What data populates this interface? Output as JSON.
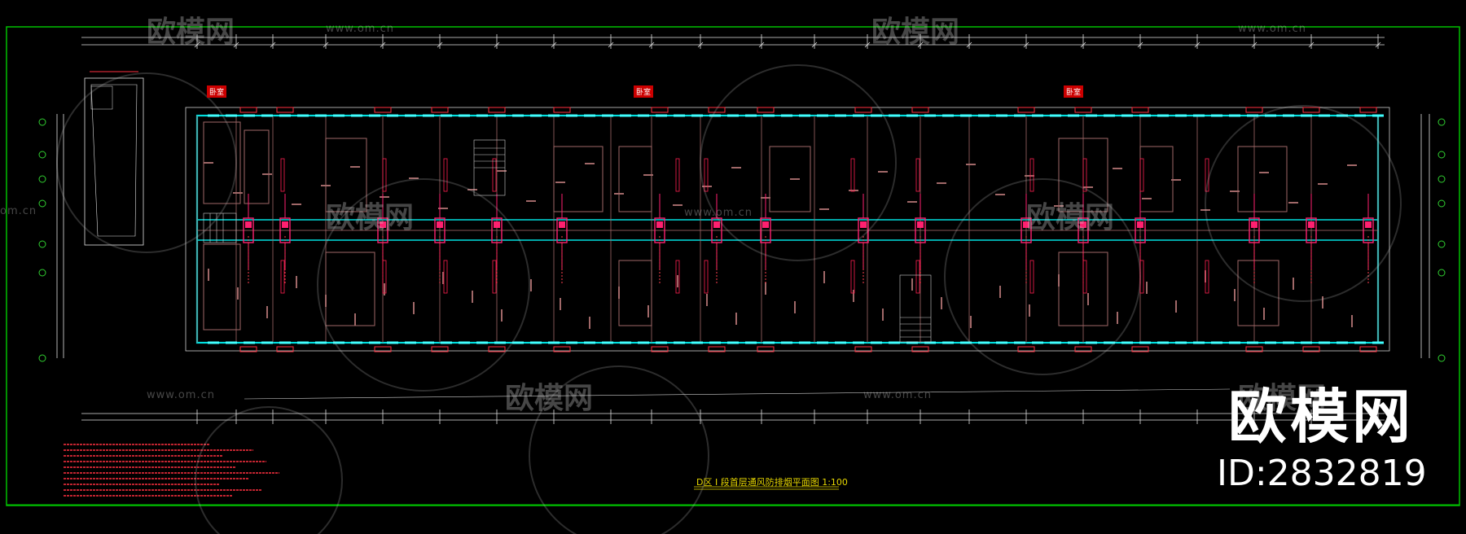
{
  "watermark": {
    "brand_small": "欧模网",
    "url": "www.om.cn",
    "url_short": "om.cn",
    "brand_large": "欧模网",
    "id_text": "ID:2832819"
  },
  "drawing": {
    "title": "D区 I 段首层通风防排烟平面图 1:100",
    "zone_labels": [
      "卧室",
      "卧室",
      "卧室"
    ]
  },
  "colors": {
    "background": "#000000",
    "frame": "#00c000",
    "wall": "#00e0e0",
    "grid": "#b07070",
    "dimension": "#e8e8e8",
    "duct": "#ff2050",
    "title": "#e8d800"
  }
}
